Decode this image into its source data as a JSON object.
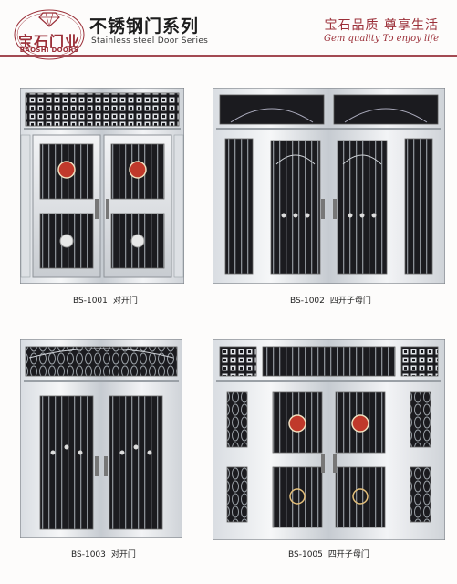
{
  "brand": {
    "name_cn": "宝石门业",
    "name_en": "BAOSHI DOORS"
  },
  "header": {
    "title_cn": "不锈钢门系列",
    "title_en": "Stainless steel Door Series",
    "slogan_cn": "宝石品质  尊享生活",
    "slogan_en": "Gem quality To enjoy life"
  },
  "products": [
    {
      "code": "BS-1001",
      "type": "对开门"
    },
    {
      "code": "BS-1002",
      "type": "四开子母门"
    },
    {
      "code": "BS-1003",
      "type": "对开门"
    },
    {
      "code": "BS-1005",
      "type": "四开子母门"
    }
  ],
  "colors": {
    "brand_red": "#9b2f38",
    "steel_light": "#eef0f2",
    "steel_mid": "#c9cdd2",
    "glass_dark": "#1b1b1f",
    "ornament": "#c0392b"
  }
}
